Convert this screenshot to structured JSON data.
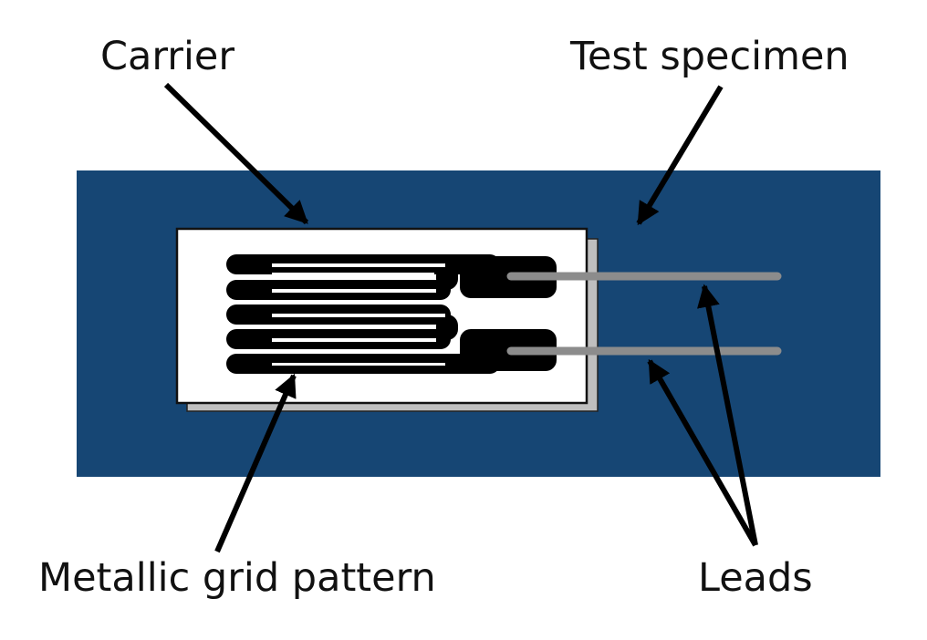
{
  "labels": {
    "carrier": "Carrier",
    "test_specimen": "Test specimen",
    "metallic_grid_pattern": "Metallic grid pattern",
    "leads": "Leads"
  },
  "colors": {
    "background": "#ffffff",
    "specimen": "#164674",
    "carrier": "#ffffff",
    "carrier_shadow": "#bfbfbf",
    "grid": "#000000",
    "lead": "#8c8c8c",
    "arrow": "#000000",
    "text": "#111111"
  },
  "icons": {
    "arrowhead": "arrowhead-icon"
  }
}
